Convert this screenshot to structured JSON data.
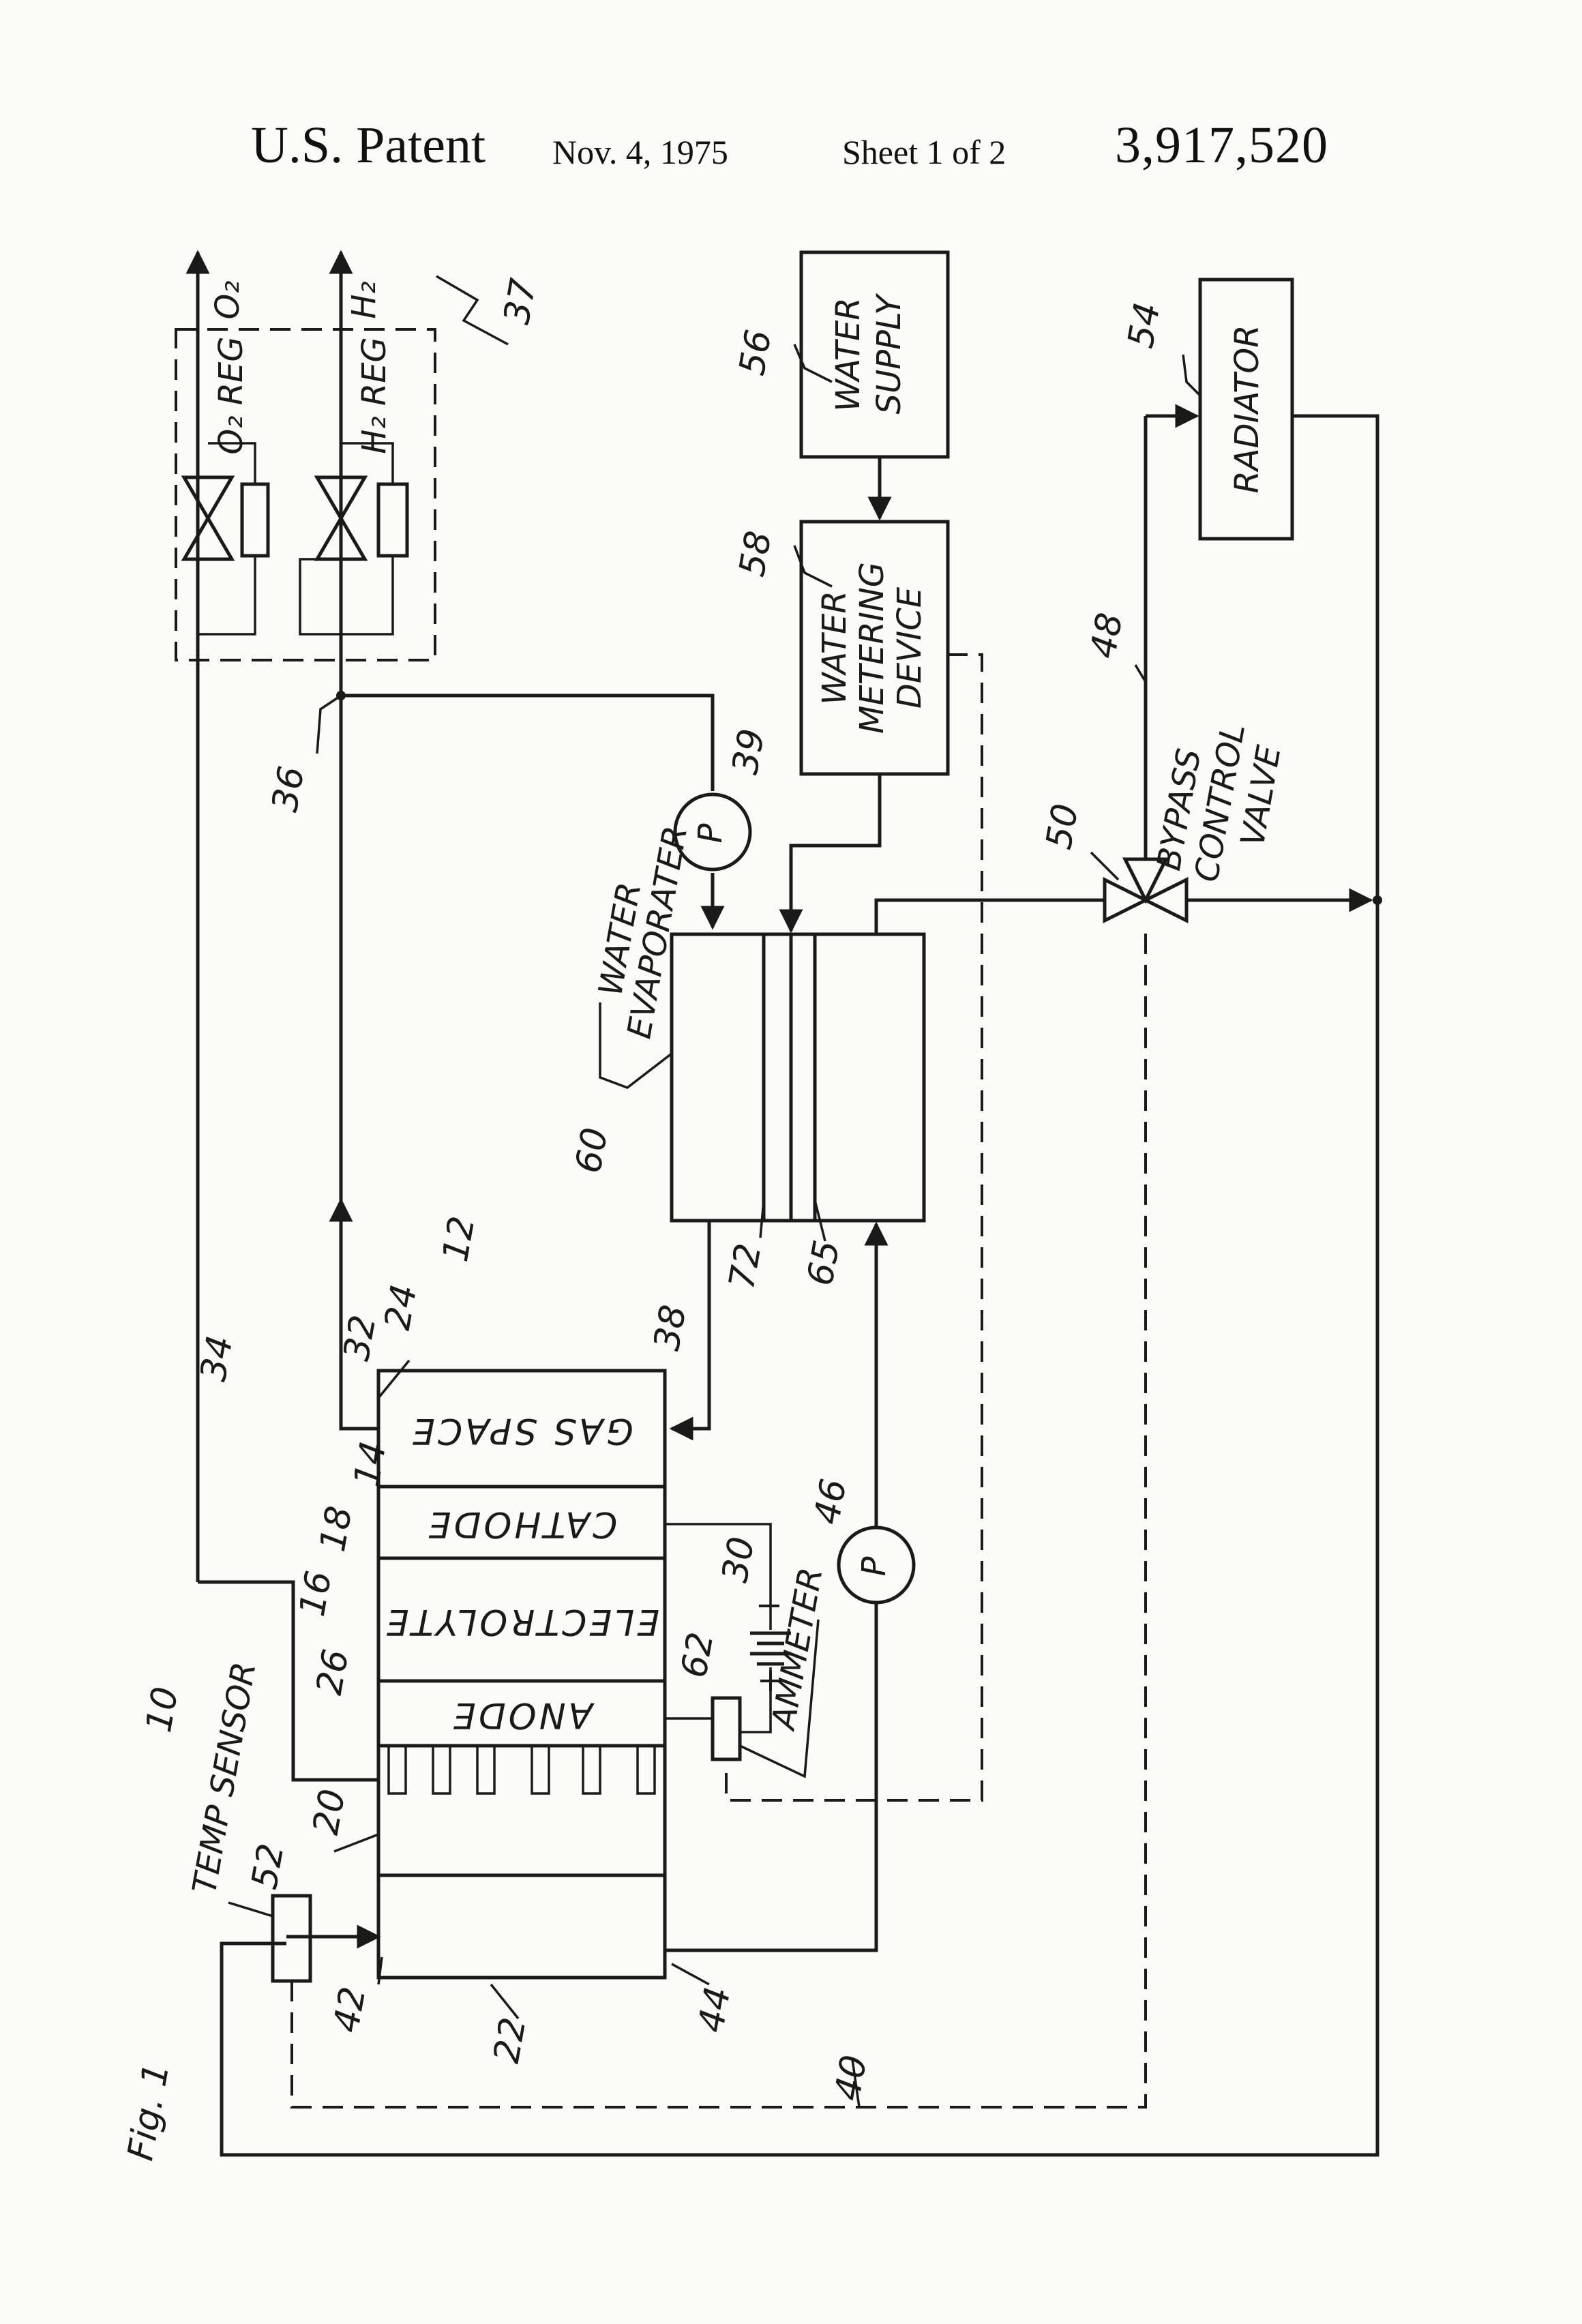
{
  "header": {
    "title": "U.S. Patent",
    "date": "Nov. 4, 1975",
    "sheet": "Sheet 1 of 2",
    "patent_number": "3,917,520"
  },
  "figure_label": "Fig. 1",
  "labels": {
    "o2_out": "O₂",
    "h2_out": "H₂",
    "o2_reg": "O₂ REG",
    "h2_reg": "H₂ REG",
    "water_supply": [
      "WATER",
      "SUPPLY"
    ],
    "water_metering": [
      "WATER",
      "METERING",
      "DEVICE"
    ],
    "radiator": "RADIATOR",
    "bypass_valve": [
      "BYPASS",
      "CONTROL",
      "VALVE"
    ],
    "water_evaporator": [
      "WATER",
      "EVAPORATER"
    ],
    "pump": "P",
    "gas_space": "GAS SPACE",
    "cathode": "CATHODE",
    "electrolyte": "ELECTROLYTE",
    "anode": "ANODE",
    "ammeter": "AMMETER",
    "temp_sensor": "TEMP SENSOR",
    "battery_minus": "−",
    "battery_plus": "+"
  },
  "reference_numerals": {
    "n10": "10",
    "n12": "12",
    "n14": "14",
    "n16": "16",
    "n18": "18",
    "n20": "20",
    "n22": "22",
    "n24": "24",
    "n26": "26",
    "n30": "30",
    "n32": "32",
    "n34": "34",
    "n36": "36",
    "n37": "37",
    "n38": "38",
    "n39": "39",
    "n40": "40",
    "n42": "42",
    "n44": "44",
    "n46": "46",
    "n48": "48",
    "n50": "50",
    "n52": "52",
    "n54": "54",
    "n56": "56",
    "n58": "58",
    "n60": "60",
    "n62": "62",
    "n65": "65",
    "n72": "72"
  }
}
